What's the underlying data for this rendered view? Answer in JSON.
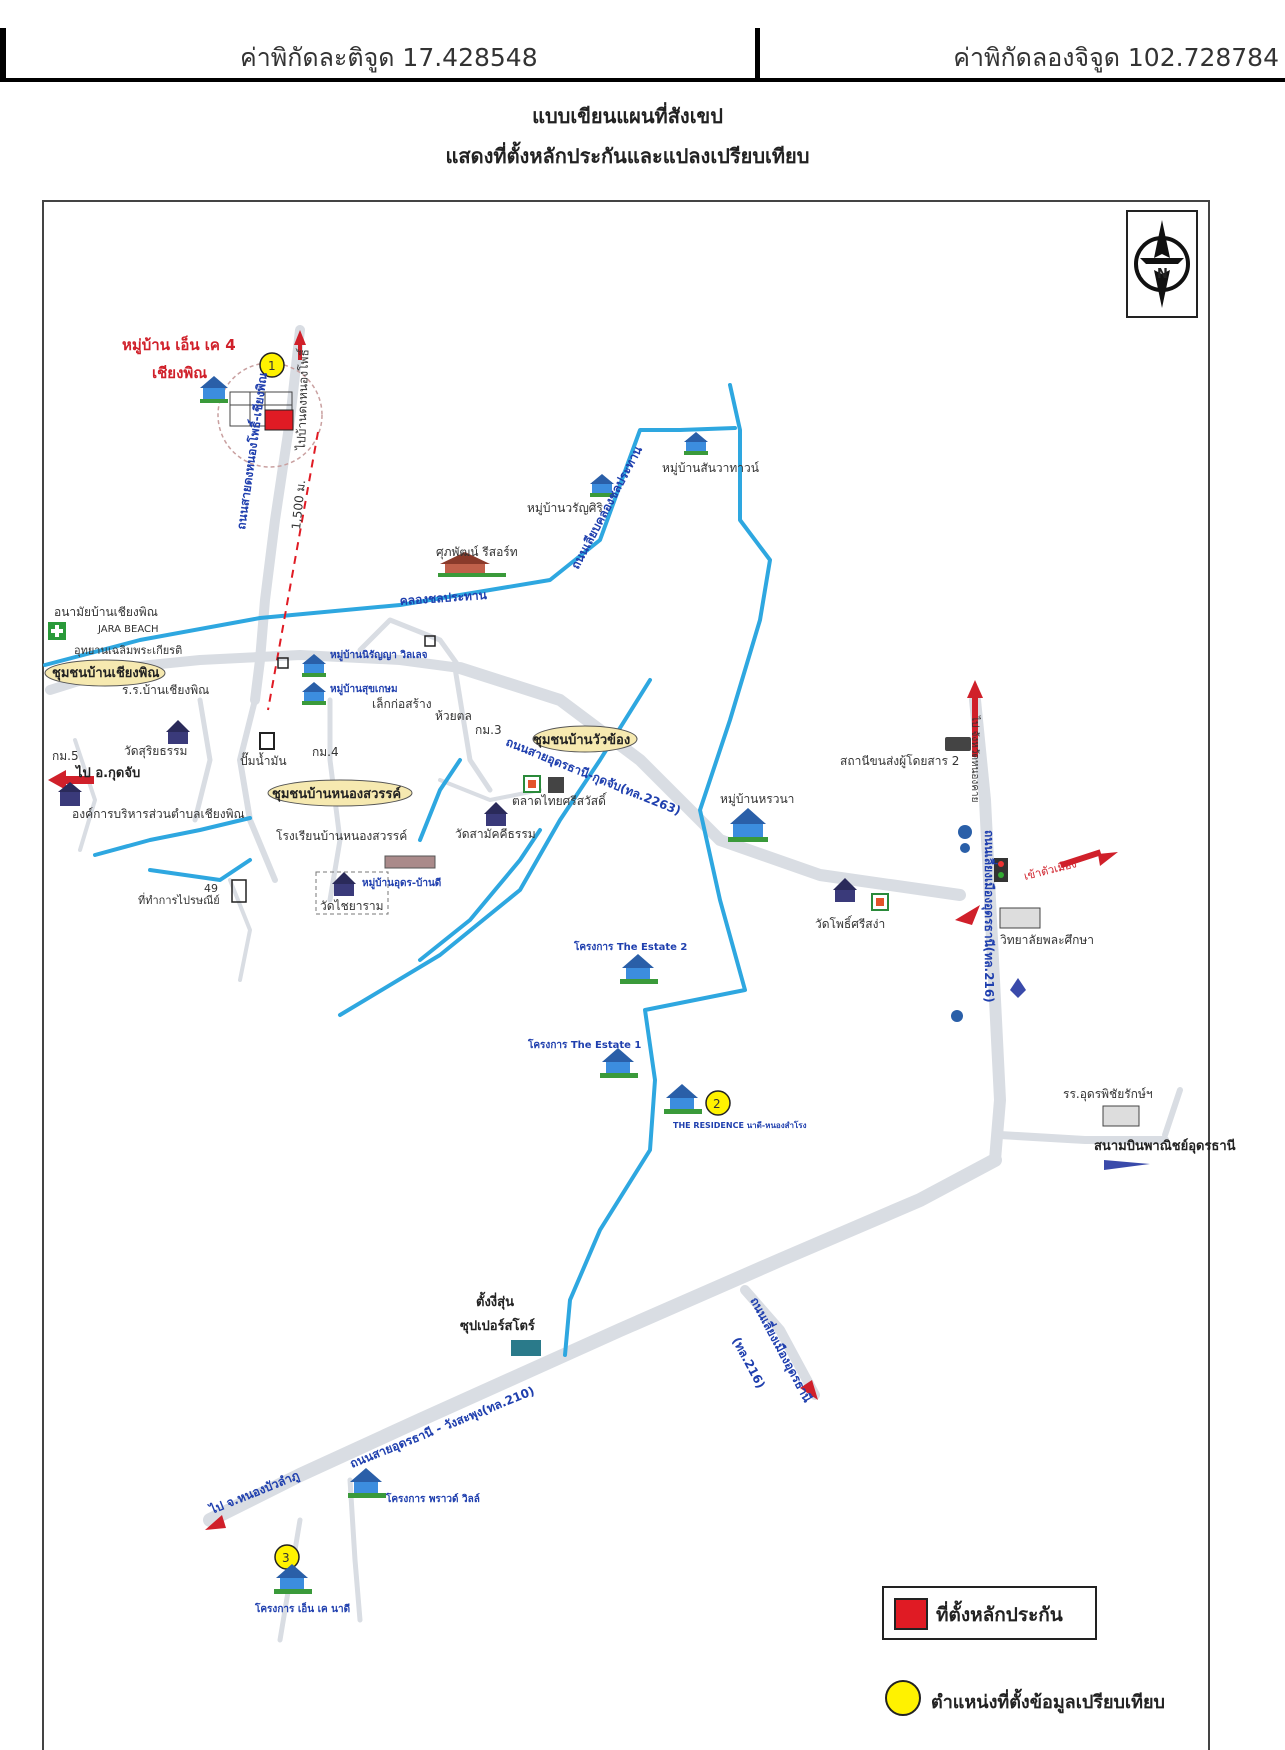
{
  "header": {
    "latitude": "ค่าพิกัดละติจูด 17.428548",
    "longitude": "ค่าพิกัดลองจิจูด 102.728784"
  },
  "title": {
    "line1": "แบบเขียนแผนที่สังเขป",
    "line2": "แสดงที่ตั้งหลักประกันและแปลงเปรียบเทียบ"
  },
  "compass": {
    "letter": "N"
  },
  "labels": {
    "village_nk4": "หมู่บ้าน เอ็น เค 4",
    "chiang_phin": "เชียงพิณ",
    "road_nongkhai_chiangphin": "ถนนสายดงหนองโพธิ์-เชียงพิณ",
    "to_ban_dong": "ไปบ้านดงหนองโพธิ์",
    "distance": "1,500 ม.",
    "klong_chonprathan": "คลองชลประทาน",
    "village_sanwatana": "หมู่บ้านสันวาทาวน์",
    "village_warinsiri": "หมู่บ้านวรัญศิริ",
    "phuphat_resort": "ศุภพัฒน์ รีสอร์ท",
    "road_liap_klong": "ถนนเลียบคลองชลประทาน",
    "health_center": "อนามัยบ้านเชียงพิณ",
    "jara_beach": "JARA BEACH",
    "park": "อุทยานเฉลิมพระเกียรติ",
    "community_chiangphin": "ชุมชนบ้านเชียงพิณ",
    "school_chiangphin": "ร.ร.บ้านเชียงพิณ",
    "wat_suriya": "วัดสุริยธรรม",
    "km5": "กม.5",
    "to_kutchap": "ไป อ.กุดจับ",
    "sao_chiangphin": "องค์การบริหารส่วนตำบลเชียงพิณ",
    "village_niranya": "หมู่บ้านนิรัญญา วิลเลจ",
    "village_sukkasem": "หมู่บ้านสุขเกษม",
    "wat_kosang": "เล็กก่อสร้าง",
    "pha_tharat": "ห้วยตล",
    "km4": "กม.4",
    "gas_station": "ปั๊มน้ำมัน",
    "km3": "กม.3",
    "community_wuasong": "ชุมชนบ้านวัวข้อง",
    "road_udon_kutchap": "ถนนสายอุดรธานี-กุดจับ(ทล.2263)",
    "market": "ตลาดไทยศรีสวัสดิ์",
    "community_nongsawan": "ชุมชนบ้านหนองสวรรค์",
    "school_nongsawan": "โรงเรียนบ้านหนองสวรรค์",
    "wat_samakkhi": "วัดสามัคคีธรรม",
    "village_udon_bondi": "หมู่บ้านอุดร-บ้านดี",
    "wat_chaiyaram": "วัดไชยาราม",
    "post_office": "ที่ทำการไปรษณีย์",
    "village_huana": "หมู่บ้านหรวนา",
    "bus_station": "สถานีขนส่งผู้โดยสาร 2",
    "to_nongbualamphu_north": "ไป จังหวัดหนองคาย",
    "road_bypass_216": "ถนนเลี่ยงเมืองอุดรธานี(ทล.216)",
    "to_city": "เข้าตัวเมือง",
    "wat_phothisri": "วัดโพธิ์ศรีสง่า",
    "college": "วิทยาลัยพละศึกษา",
    "project_estate2": "โครงการ The Estate 2",
    "project_estate1": "โครงการ The Estate 1",
    "the_residence": "THE RESIDENCE นาดี-หนองสำโรง",
    "school_udonphitthaya": "รร.อุดรพิชัยรักษ์ฯ",
    "airport": "สนามบินพาณิชย์อุดรธานี",
    "tanghuason": "ตั้งงี่สุ่น",
    "supermarket": "ซุปเปอร์สโตร์",
    "road_udon_wangsaphung": "ถนนสายอุดรธานี - วังสะพุง(ทล.210)",
    "road_bypass_216_south": "ถนนเลี่ยงเมืองอุดรธานี",
    "tl216": "(ทล.216)",
    "to_nongbualamphu": "ไป จ.หนองบัวลำภู",
    "project_grand_ville": "โครงการ พราวด์ วิลล์",
    "project_nk_nadee": "โครงการ เอ็น เค นาดี",
    "num1": "1",
    "num2": "2",
    "num3": "3",
    "km49": "49"
  },
  "legend": {
    "collateral": "ที่ตั้งหลักประกัน",
    "comparables": "ตำแหน่งที่ตั้งข้อมูลเปรียบเทียบ"
  },
  "colors": {
    "collateral": "#e01b24",
    "comparable": "#fff200",
    "canal": "#2ea7e0",
    "road": "#d9dde3",
    "road_label": "#1f3fae",
    "red_label": "#d0202a"
  }
}
